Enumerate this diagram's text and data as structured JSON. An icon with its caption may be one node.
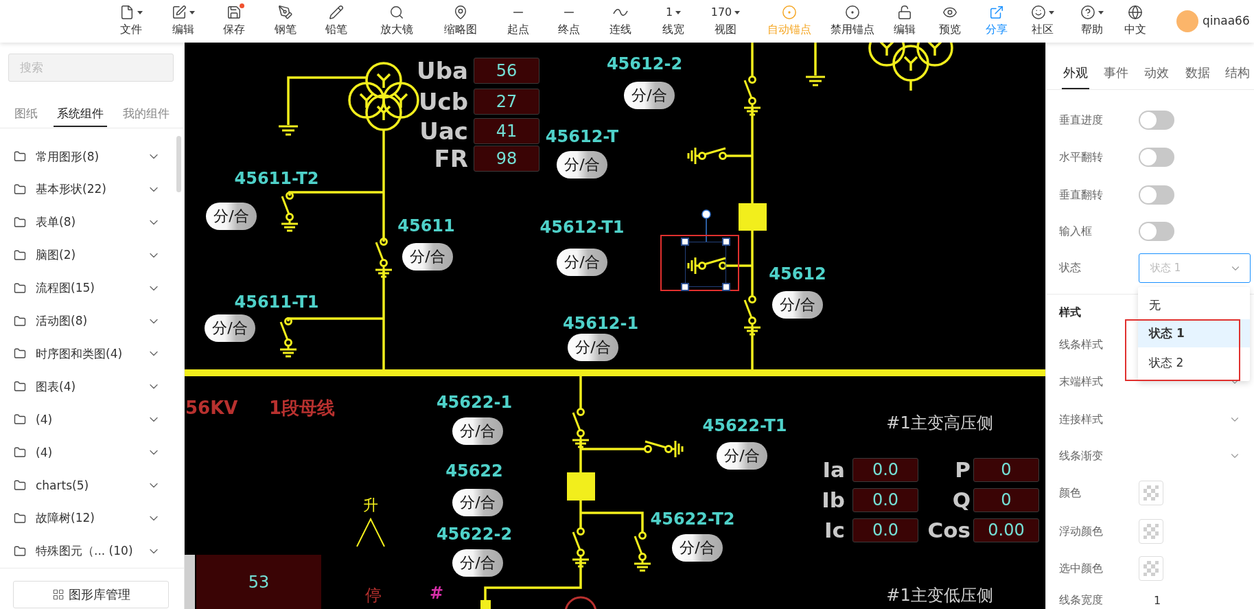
{
  "diagram": {
    "nodes": [
      {
        "text": [
          "搜索"
        ]
      },
      {
        "text": [
          "56"
        ],
        "beside": [
          "Uba"
        ]
      },
      {
        "text": [
          "27"
        ],
        "beside": [
          "Ucb"
        ]
      },
      {
        "text": [
          "41"
        ],
        "beside": [
          "Uac"
        ]
      },
      {
        "text": [
          "98"
        ],
        "beside": [
          "FR"
        ]
      },
      {
        "text": [
          "分/合"
        ],
        "beside": [
          "45612-2"
        ]
      },
      {
        "text": [
          "分/合"
        ],
        "beside": [
          "45612-T"
        ]
      },
      {
        "text": [
          "分/合"
        ],
        "beside": [
          "45611-T2"
        ]
      },
      {
        "text": [
          "分/合"
        ],
        "beside": [
          "45611"
        ]
      },
      {
        "text": [
          "分/合"
        ],
        "beside": [
          "45612-T1"
        ]
      },
      {
        "text": [
          "分/合"
        ],
        "beside": [
          "45612"
        ]
      },
      {
        "text": [
          "分/合"
        ],
        "beside": [
          "45611-T1"
        ]
      },
      {
        "text": [
          "分/合"
        ],
        "beside": [
          "45612-1"
        ]
      },
      {
        "text": [
          "分/合"
        ],
        "beside": [
          "45622-1"
        ]
      },
      {
        "text": [
          "分/合"
        ],
        "beside": [
          "45622-T1"
        ]
      },
      {
        "text": [
          "分/合"
        ],
        "beside": [
          "45622"
        ]
      },
      {
        "text": [
          "分/合"
        ],
        "beside": [
          "45622-2"
        ]
      },
      {
        "text": [
          "分/合"
        ],
        "beside": [
          "45622-T2"
        ]
      },
      {
        "text": [
          "0.0"
        ],
        "beside": [
          "Ia"
        ]
      },
      {
        "text": [
          "0"
        ],
        "beside": [
          "P"
        ]
      },
      {
        "text": [
          "0.0"
        ],
        "beside": [
          "Ib"
        ]
      },
      {
        "text": [
          "0"
        ],
        "beside": [
          "Q"
        ]
      },
      {
        "text": [
          "0.0"
        ],
        "beside": [
          "Ic"
        ]
      },
      {
        "text": [
          "0.00"
        ],
        "beside": [
          "Cos"
        ]
      },
      {
        "text": [
          "53"
        ]
      },
      {
        "text": [
          "图形库管理"
        ]
      },
      {
        "text": [
          "状态 1"
        ]
      }
    ],
    "labels": [
      "文件",
      "编辑",
      "保存",
      "钢笔",
      "铅笔",
      "放大镜",
      "缩略图",
      "起点",
      "终点",
      "连线",
      "1",
      "线宽",
      "170",
      "视图",
      "自动锚点",
      "禁用锚点",
      "编辑",
      "预览",
      "分享",
      "社区",
      "帮助",
      "中文",
      "qinaa66",
      "图纸",
      "系统组件",
      "我的组件",
      "常用图形(8)",
      "基本形状(22)",
      "表单(8)",
      "脑图(2)",
      "流程图(15)",
      "活动图(8)",
      "时序图和类图(4)",
      "图表(4)",
      "(4)",
      "(4)",
      "charts(5)",
      "故障树(12)",
      "特殊图元（... (10)",
      "56KV",
      "1段母线",
      "#1主变高压侧",
      "升",
      "停",
      "#",
      "#1主变低压侧",
      "外观",
      "事件",
      "动效",
      "数据",
      "结构",
      "垂直进度",
      "水平翻转",
      "垂直翻转",
      "输入框",
      "状态",
      "无",
      "状态 1",
      "状态 2",
      "样式",
      "线条样式",
      "末端样式",
      "连接样式",
      "线条渐变",
      "颜色",
      "浮动颜色",
      "选中颜色",
      "线条宽度",
      "1"
    ]
  }
}
